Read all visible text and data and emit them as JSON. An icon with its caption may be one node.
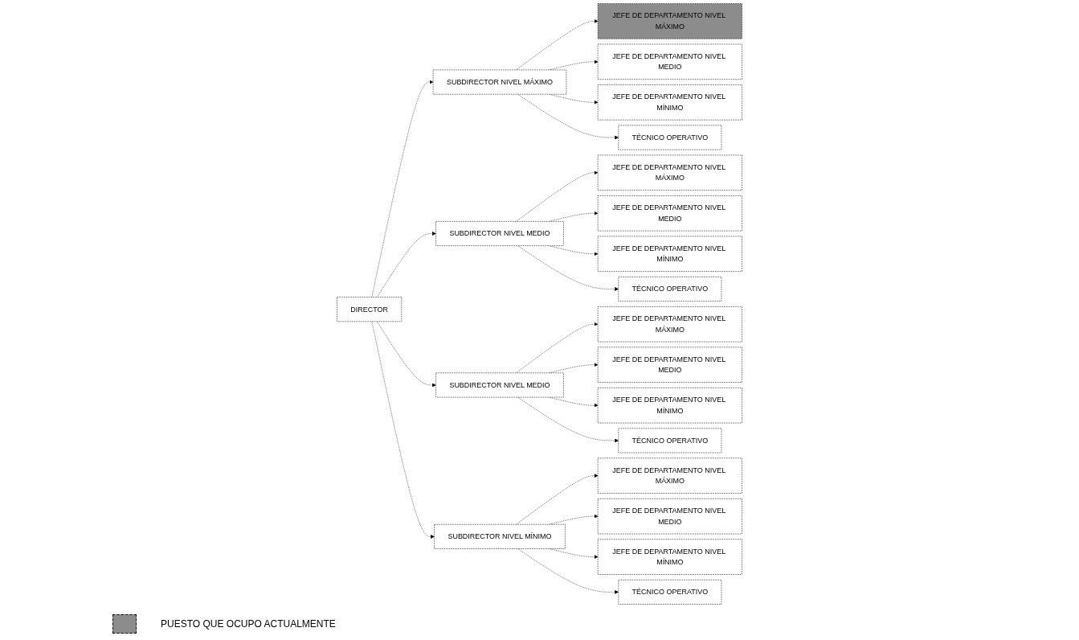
{
  "diagram": {
    "nodes": [
      {
        "text": [
          "DIRECTOR"
        ]
      },
      {
        "text": [
          "SUBDIRECTOR NIVEL MÁXIMO"
        ]
      },
      {
        "text": [
          "JEFE DE DEPARTAMENTO NIVEL MÁXIMO"
        ]
      },
      {
        "text": [
          "JEFE DE DEPARTAMENTO NIVEL MEDIO"
        ]
      },
      {
        "text": [
          "JEFE DE DEPARTAMENTO NIVEL MÍNIMO"
        ]
      },
      {
        "text": [
          "TÉCNICO OPERATIVO"
        ]
      },
      {
        "text": [
          "SUBDIRECTOR NIVEL MEDIO"
        ]
      },
      {
        "text": [
          "JEFE DE DEPARTAMENTO NIVEL MÁXIMO"
        ]
      },
      {
        "text": [
          "JEFE DE DEPARTAMENTO NIVEL MEDIO"
        ]
      },
      {
        "text": [
          "JEFE DE DEPARTAMENTO NIVEL MÍNIMO"
        ]
      },
      {
        "text": [
          "TÉCNICO OPERATIVO"
        ]
      },
      {
        "text": [
          "SUBDIRECTOR NIVEL MEDIO"
        ]
      },
      {
        "text": [
          "JEFE DE DEPARTAMENTO NIVEL MÁXIMO"
        ]
      },
      {
        "text": [
          "JEFE DE DEPARTAMENTO NIVEL MEDIO"
        ]
      },
      {
        "text": [
          "JEFE DE DEPARTAMENTO NIVEL MÍNIMO"
        ]
      },
      {
        "text": [
          "TÉCNICO OPERATIVO"
        ]
      },
      {
        "text": [
          "SUBDIRECTOR NIVEL MÍNIMO"
        ]
      },
      {
        "text": [
          "JEFE DE DEPARTAMENTO NIVEL MÁXIMO"
        ]
      },
      {
        "text": [
          "JEFE DE DEPARTAMENTO NIVEL MEDIO"
        ]
      },
      {
        "text": [
          "JEFE DE DEPARTAMENTO NIVEL MÍNIMO"
        ]
      },
      {
        "text": [
          "TÉCNICO OPERATIVO"
        ]
      }
    ],
    "edges": [
      {
        "from": 0,
        "to": 1,
        "arrow": "to",
        "style": "dashed"
      },
      {
        "from": 0,
        "to": 6,
        "arrow": "to",
        "style": "dashed"
      },
      {
        "from": 0,
        "to": 11,
        "arrow": "to",
        "style": "dashed"
      },
      {
        "from": 0,
        "to": 16,
        "arrow": "to",
        "style": "dashed"
      },
      {
        "from": 1,
        "to": 2,
        "arrow": "to",
        "style": "dashed"
      },
      {
        "from": 1,
        "to": 3,
        "arrow": "to",
        "style": "dashed"
      },
      {
        "from": 1,
        "to": 4,
        "arrow": "to",
        "style": "dashed"
      },
      {
        "from": 1,
        "to": 5,
        "arrow": "to",
        "style": "dashed"
      },
      {
        "from": 6,
        "to": 7,
        "arrow": "to",
        "style": "dashed"
      },
      {
        "from": 6,
        "to": 8,
        "arrow": "to",
        "style": "dashed"
      },
      {
        "from": 6,
        "to": 9,
        "arrow": "to",
        "style": "dashed"
      },
      {
        "from": 6,
        "to": 10,
        "arrow": "to",
        "style": "dashed"
      },
      {
        "from": 11,
        "to": 12,
        "arrow": "to",
        "style": "dashed"
      },
      {
        "from": 11,
        "to": 13,
        "arrow": "to",
        "style": "dashed"
      },
      {
        "from": 11,
        "to": 14,
        "arrow": "to",
        "style": "dashed"
      },
      {
        "from": 11,
        "to": 15,
        "arrow": "to",
        "style": "dashed"
      },
      {
        "from": 16,
        "to": 17,
        "arrow": "to",
        "style": "dashed"
      },
      {
        "from": 16,
        "to": 18,
        "arrow": "to",
        "style": "dashed"
      },
      {
        "from": 16,
        "to": 19,
        "arrow": "to",
        "style": "dashed"
      },
      {
        "from": 16,
        "to": 20,
        "arrow": "to",
        "style": "dashed"
      }
    ],
    "legend": [
      {
        "text": "PUESTO QUE OCUPO ACTUALMENTE",
        "color": "#8c8c8c"
      }
    ]
  }
}
